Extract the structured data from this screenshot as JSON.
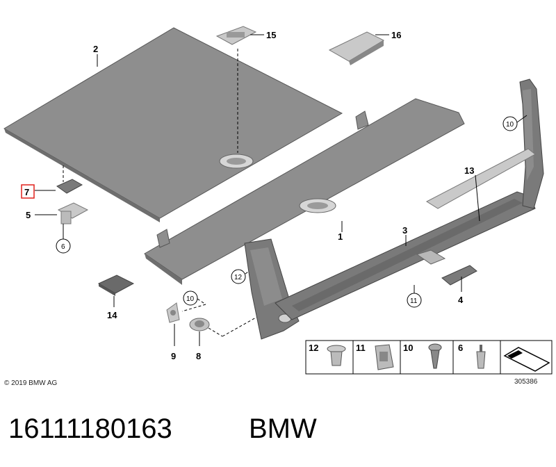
{
  "callouts": {
    "c1": "1",
    "c2": "2",
    "c3": "3",
    "c4": "4",
    "c5": "5",
    "c6": "6",
    "c7": "7",
    "c8": "8",
    "c9": "9",
    "c10a": "10",
    "c10b": "10",
    "c11": "11",
    "c12": "12",
    "c13": "13",
    "c14": "14",
    "c15": "15",
    "c16": "16"
  },
  "legend": [
    {
      "num": "12",
      "icon": "clip-icon"
    },
    {
      "num": "11",
      "icon": "clamp-icon"
    },
    {
      "num": "10",
      "icon": "screw-icon"
    },
    {
      "num": "6",
      "icon": "rivet-icon"
    },
    {
      "num": "",
      "icon": "arrow-icon"
    }
  ],
  "footer": {
    "copyright": "© 2019 BMW AG",
    "diagram_no": "305386",
    "part_number": "16111180163",
    "brand": "BMW"
  },
  "colors": {
    "highlight": "#e0201b",
    "part_grey": "#8e8e8e"
  }
}
